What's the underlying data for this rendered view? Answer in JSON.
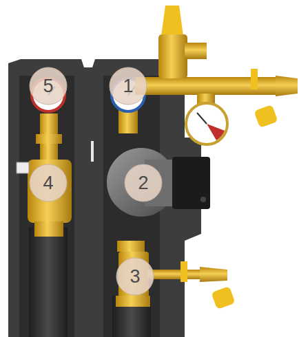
{
  "diagram": {
    "labels": [
      "5",
      "1",
      "4",
      "2",
      "3"
    ]
  }
}
